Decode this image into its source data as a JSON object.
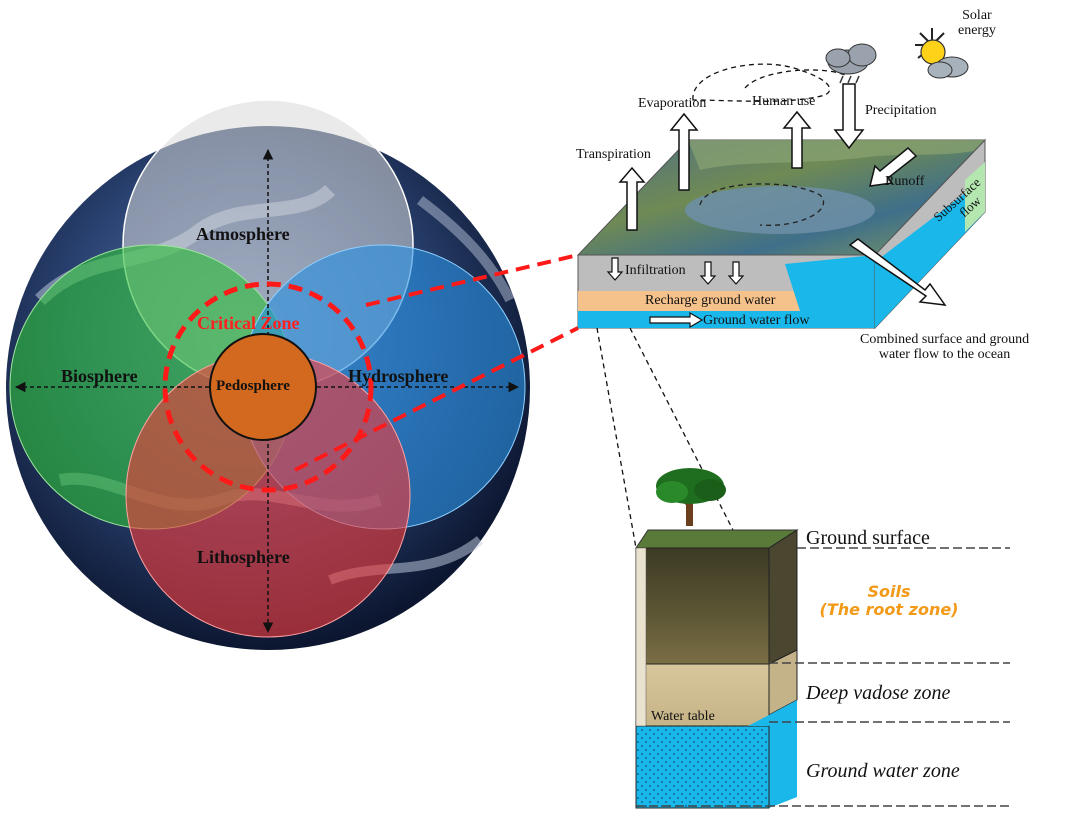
{
  "spheres": {
    "atmosphere": "Atmosphere",
    "biosphere": "Biosphere",
    "hydrosphere": "Hydrosphere",
    "lithosphere": "Lithosphere",
    "pedosphere": "Pedosphere",
    "critical_zone": "Critical Zone"
  },
  "water_cycle": {
    "solar_energy": [
      "Solar",
      "energy"
    ],
    "evaporation": "Evaporation",
    "human_use": "Human use",
    "precipitation": "Precipitation",
    "transpiration": "Transpiration",
    "runoff": "Runoff",
    "subsurface_flow": [
      "Subsurface",
      "flow"
    ],
    "infiltration": "Infiltration",
    "recharge": "Recharge ground water",
    "ground_water_flow": "Ground water flow",
    "combined_flow": [
      "Combined surface and ground",
      "water flow to the ocean"
    ]
  },
  "soil_column": {
    "ground_surface": "Ground surface",
    "soils": [
      "Soils",
      "(The root zone)"
    ],
    "deep_vadose": "Deep vadose zone",
    "water_table": "Water table",
    "ground_water_zone": "Ground water zone"
  },
  "colors": {
    "atmosphere": "#d8d8d8",
    "biosphere": "#2fbf3a",
    "hydrosphere": "#2a8fe0",
    "lithosphere": "#ef3b3b",
    "pedosphere": "#d2691e",
    "critical_zone": "#ff1a1a",
    "water": "#19b7ea",
    "recharge": "#f6c28b",
    "soil_accent": "#f29a18"
  }
}
